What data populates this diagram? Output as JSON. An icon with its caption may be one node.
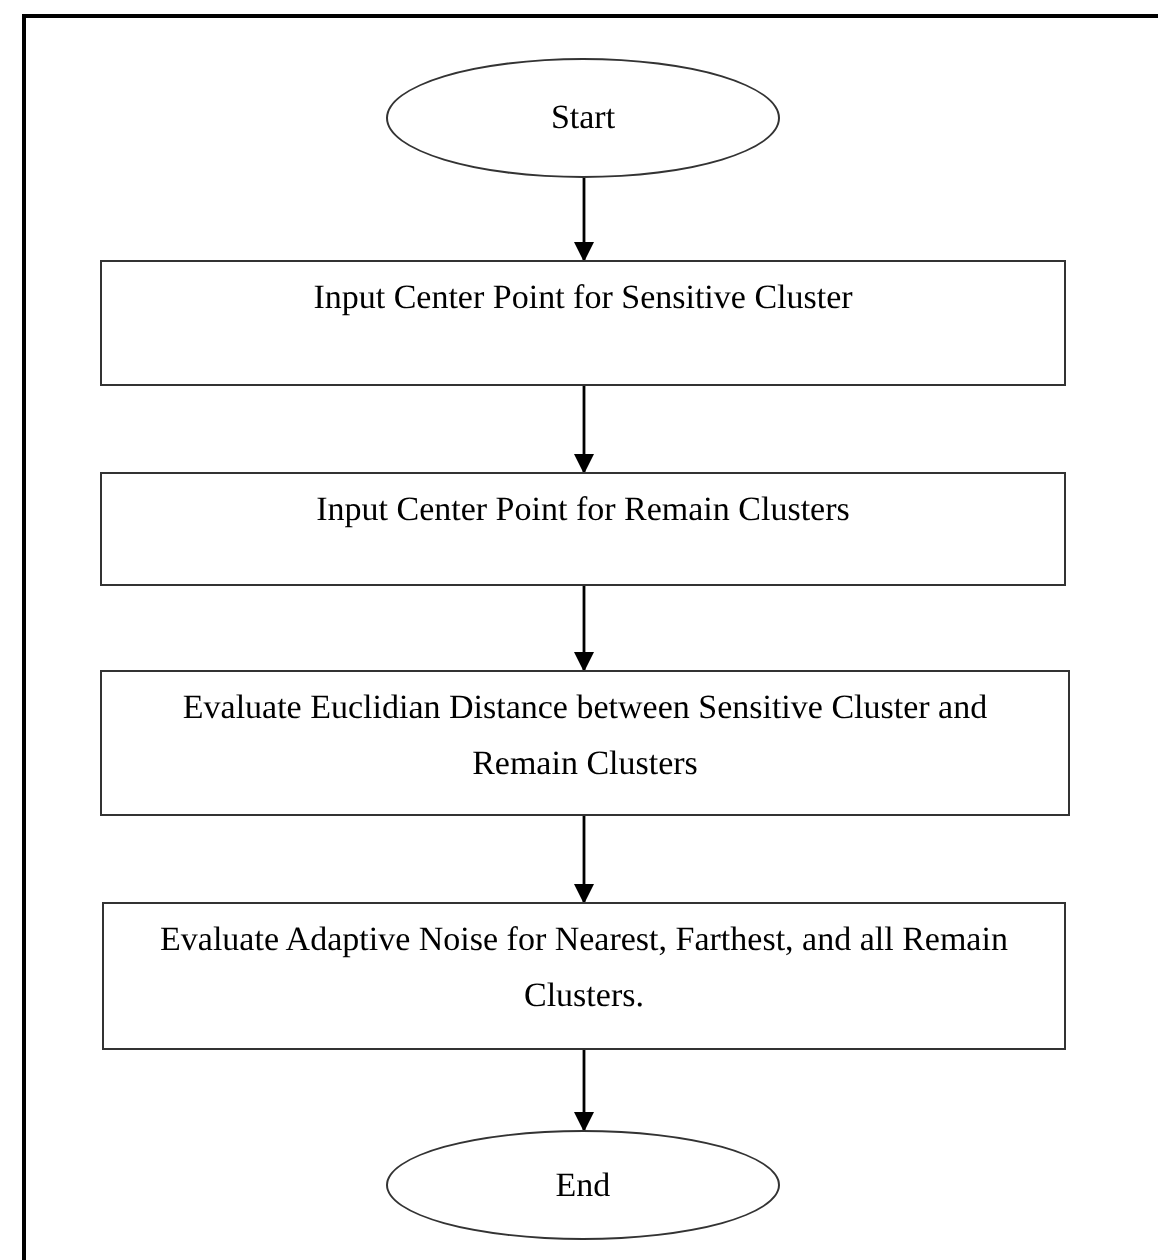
{
  "diagram": {
    "nodes": [
      {
        "text": [
          "Start"
        ]
      },
      {
        "text": [
          "Input Center Point for Sensitive Cluster"
        ]
      },
      {
        "text": [
          "Input Center Point for Remain Clusters"
        ]
      },
      {
        "text": [
          "Evaluate Euclidian Distance between Sensitive Cluster and Remain Clusters"
        ]
      },
      {
        "text": [
          "Evaluate Adaptive Noise for Nearest, Farthest, and all Remain Clusters."
        ]
      },
      {
        "text": [
          "End"
        ]
      }
    ],
    "edges": [
      {
        "from": 0,
        "to": 1,
        "arrow": "to"
      },
      {
        "from": 1,
        "to": 2,
        "arrow": "to"
      },
      {
        "from": 2,
        "to": 3,
        "arrow": "to"
      },
      {
        "from": 3,
        "to": 4,
        "arrow": "to"
      },
      {
        "from": 4,
        "to": 5,
        "arrow": "to"
      }
    ]
  }
}
